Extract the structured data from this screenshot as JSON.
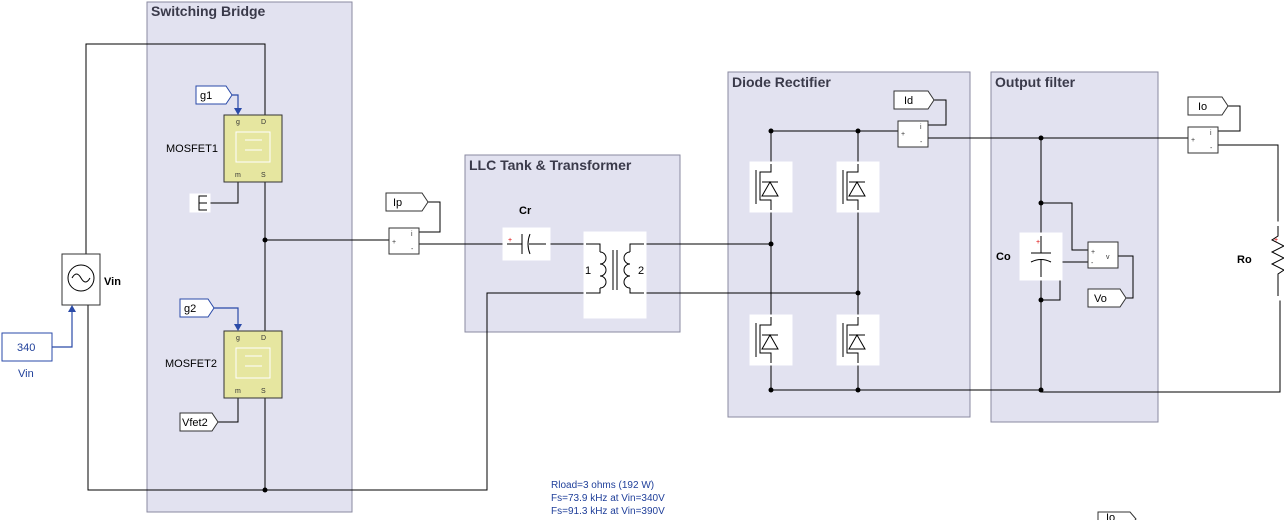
{
  "subsystems": {
    "switching_bridge": "Switching Bridge",
    "llc_tank": "LLC Tank & Transformer",
    "diode_rectifier": "Diode Rectifier",
    "output_filter": "Output filter"
  },
  "blocks": {
    "mosfet1": "MOSFET1",
    "mosfet2": "MOSFET2",
    "vin_source": "Vin",
    "vin_const_value": "340",
    "vin_const_label": "Vin",
    "cr": "Cr",
    "co": "Co",
    "ro": "Ro",
    "xfmr_primary": "1",
    "xfmr_secondary": "2",
    "mosfet_pin_g": "g",
    "mosfet_pin_d": "D",
    "mosfet_pin_m": "m",
    "mosfet_pin_s": "S"
  },
  "tags": {
    "g1": "g1",
    "g2": "g2",
    "ip": "Ip",
    "id": "Id",
    "io": "Io",
    "vo": "Vo",
    "vfet2": "Vfet2",
    "io_bottom": "Io"
  },
  "sensor_marks": {
    "plus": "+",
    "minus": "-",
    "i": "i",
    "v": "v"
  },
  "notes": [
    "Rload=3 ohms (192 W)",
    "Fs=73.9 kHz at Vin=340V",
    "Fs=91.3 kHz at Vin=390V"
  ],
  "colors": {
    "subsystem_fill": "#e2e2f0",
    "subsystem_border": "#8a8aa0",
    "mosfet_fill": "#e6e6a0",
    "tag_blue": "#1f3f9a"
  }
}
